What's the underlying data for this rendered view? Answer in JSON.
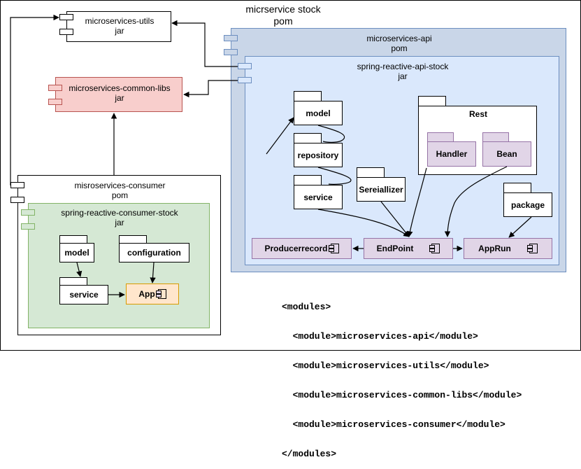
{
  "title": {
    "line1": "micrservice stock",
    "line2": "pom"
  },
  "utils": {
    "name": "microservices-utils",
    "kind": "jar"
  },
  "common": {
    "name": "microservices-common-libs",
    "kind": "jar"
  },
  "consumer": {
    "name": "misroservices-consumer",
    "kind": "pom"
  },
  "consumer_stock": {
    "name": "spring-reactive-consumer-stock",
    "kind": "jar"
  },
  "api": {
    "name": "microservices-api",
    "kind": "pom"
  },
  "api_stock": {
    "name": "spring-reactive-api-stock",
    "kind": "jar"
  },
  "consumer_packages": {
    "model": "model",
    "configuration": "configuration",
    "service": "service"
  },
  "consumer_components": {
    "app": "App"
  },
  "api_packages": {
    "model": "model",
    "repository": "repository",
    "service": "service",
    "serializer": "Sereiallizer",
    "rest": "Rest",
    "handler": "Handler",
    "bean": "Bean",
    "package": "package"
  },
  "api_components": {
    "producer": "Producerrecord",
    "endpoint": "EndPoint",
    "apprun": "AppRun"
  },
  "modules_xml": [
    "<modules>",
    "  <module>microservices-api</module>",
    "  <module>microservices-utils</module>",
    "  <module>microservices-common-libs</module>",
    "  <module>microservices-consumer</module>",
    "</modules>"
  ],
  "colors": {
    "common_fill": "#f8cecc",
    "common_stroke": "#b85450",
    "consumer_stock_fill": "#d5e8d4",
    "consumer_stock_stroke": "#82b366",
    "api_fill": "#c9d6e8",
    "api_stroke": "#6c8ebf",
    "api_stock_fill": "#dae8fc",
    "component_fill": "#e1d5e7",
    "component_stroke": "#9673a6",
    "app_fill": "#ffe6cc",
    "app_stroke": "#d79b00"
  }
}
